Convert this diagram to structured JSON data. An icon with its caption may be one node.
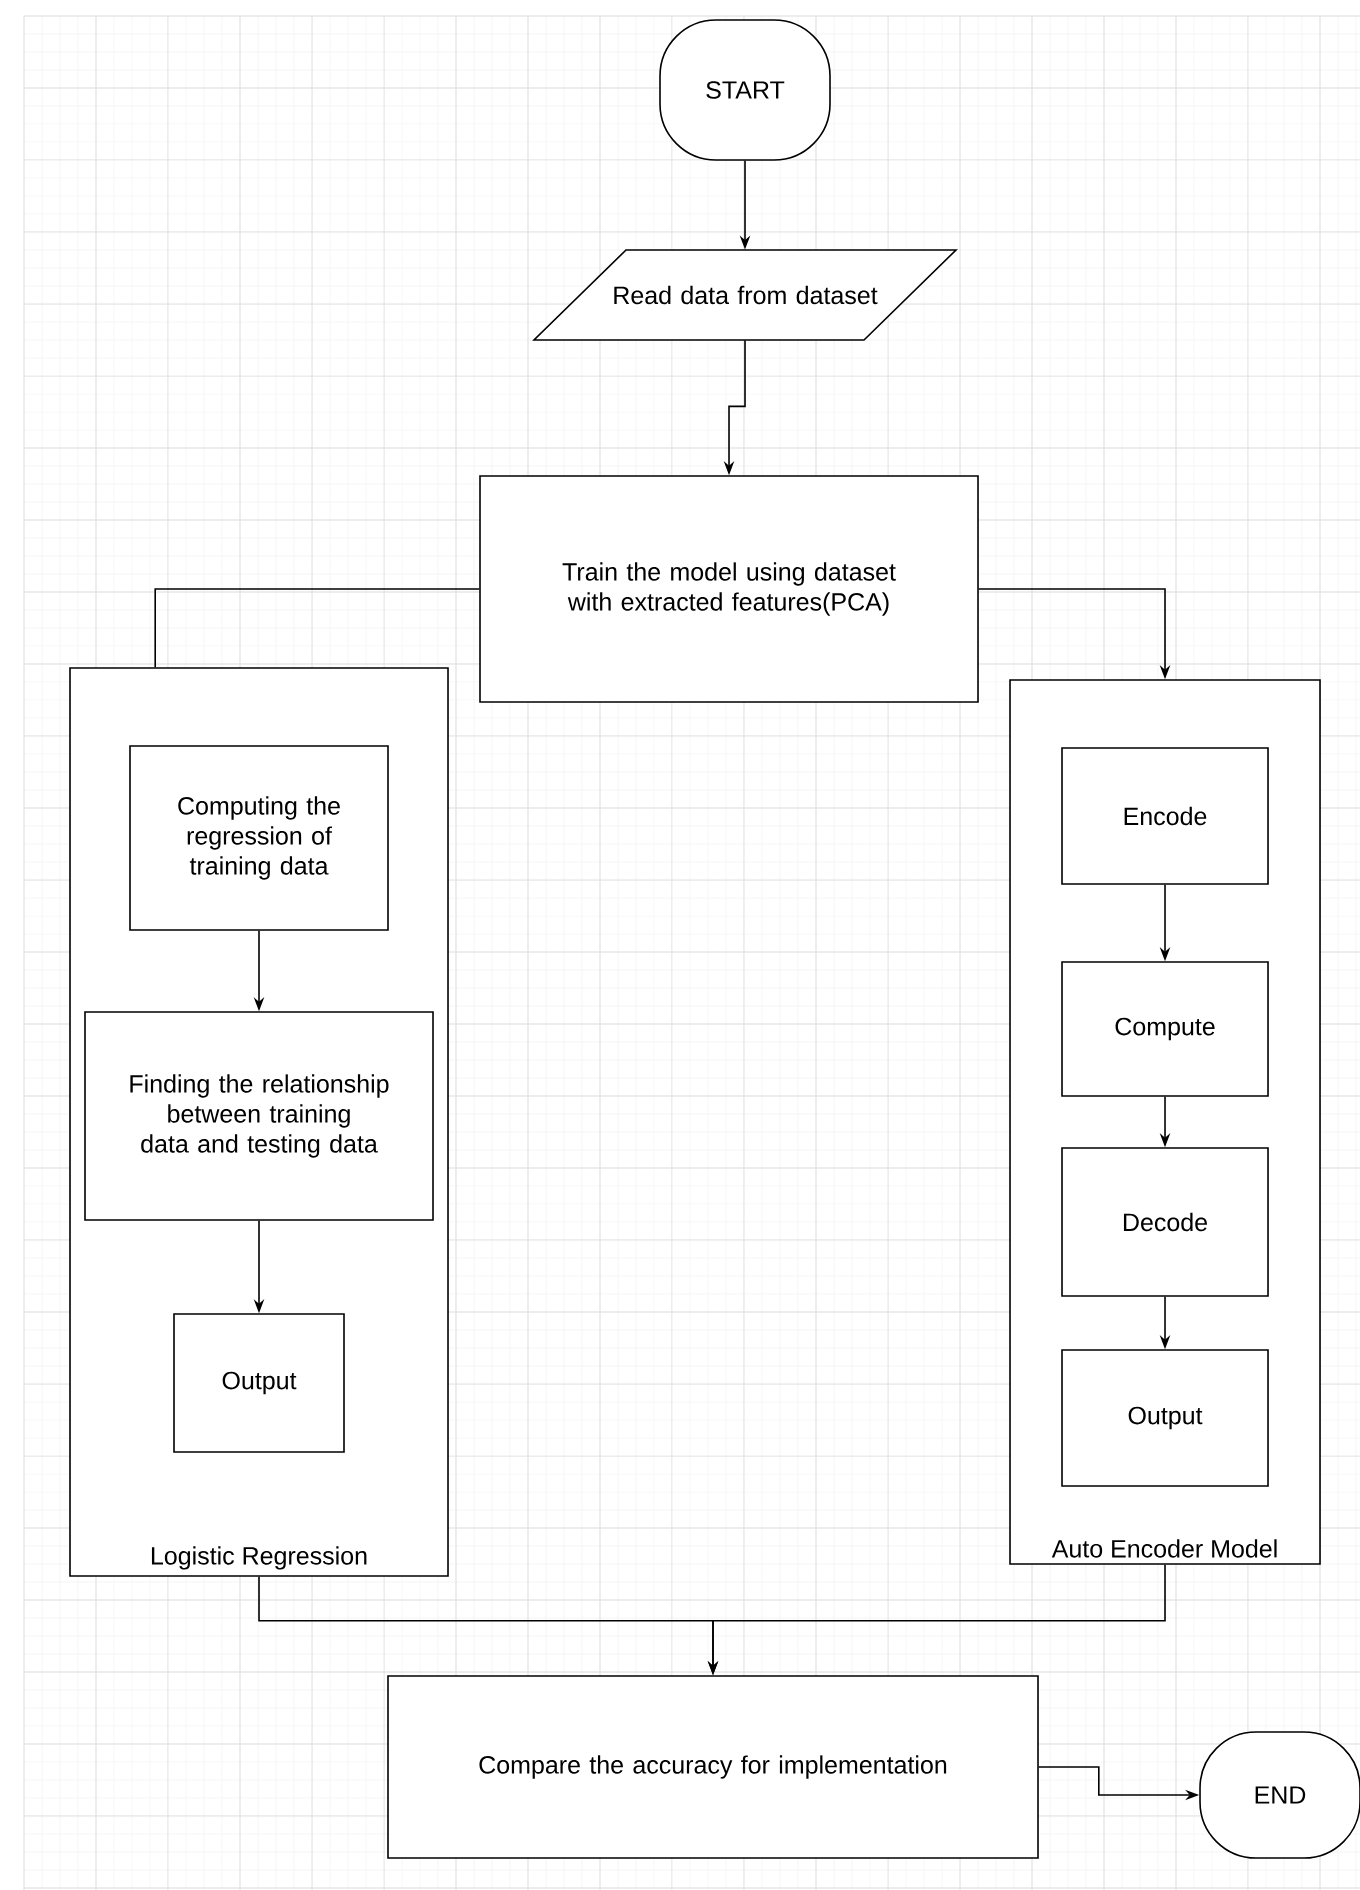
{
  "diagram": {
    "nodes": [
      {
        "text": [
          "START"
        ]
      },
      {
        "text": [
          "Read data from dataset"
        ]
      },
      {
        "text": [
          "Train the model using dataset with extracted features(PCA)"
        ]
      },
      {
        "text": [
          "Logistic Regression"
        ]
      },
      {
        "text": [
          "Computing the regression of training data"
        ],
        "in": 3
      },
      {
        "text": [
          "Finding the relationship between training data and testing data"
        ],
        "in": 3
      },
      {
        "text": [
          "Output"
        ],
        "in": 3
      },
      {
        "text": [
          "Auto Encoder Model"
        ]
      },
      {
        "text": [
          "Encode"
        ],
        "in": 7
      },
      {
        "text": [
          "Compute"
        ],
        "in": 7
      },
      {
        "text": [
          "Decode"
        ],
        "in": 7
      },
      {
        "text": [
          "Output"
        ],
        "in": 7
      },
      {
        "text": [
          "Compare the accuracy for implementation"
        ]
      },
      {
        "text": [
          "END"
        ]
      }
    ],
    "edges": [
      {
        "from": 0,
        "to": 1,
        "arrow": "to"
      },
      {
        "from": 1,
        "to": 2,
        "arrow": "to"
      },
      {
        "from": 2,
        "to": 3,
        "arrow": "none"
      },
      {
        "from": 2,
        "to": 7,
        "arrow": "to"
      },
      {
        "from": 4,
        "to": 5,
        "arrow": "to"
      },
      {
        "from": 5,
        "to": 6,
        "arrow": "to"
      },
      {
        "from": 8,
        "to": 9,
        "arrow": "to"
      },
      {
        "from": 9,
        "to": 10,
        "arrow": "to"
      },
      {
        "from": 10,
        "to": 11,
        "arrow": "to"
      },
      {
        "from": 3,
        "to": 12,
        "arrow": "to"
      },
      {
        "from": 7,
        "to": 12,
        "arrow": "to"
      },
      {
        "from": 12,
        "to": 13,
        "arrow": "to"
      }
    ]
  }
}
